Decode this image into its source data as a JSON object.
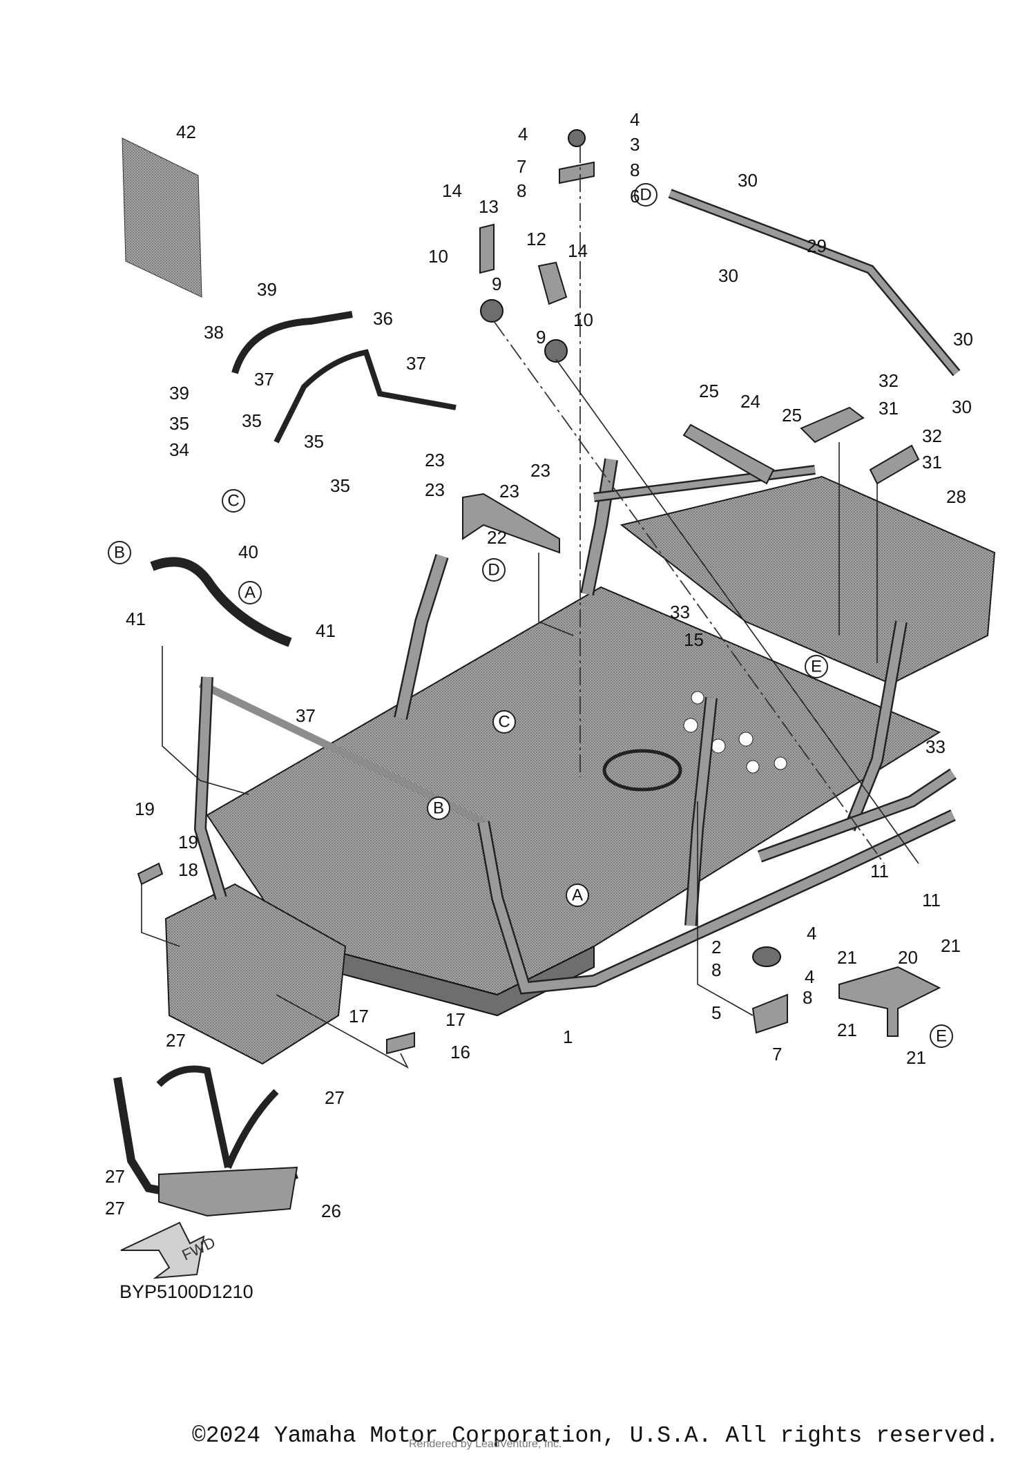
{
  "diagram": {
    "code": "BYP5100D1210",
    "copyright": "©2024 Yamaha Motor Corporation, U.S.A. All rights reserved.",
    "rendered_by": "Rendered by LeadVenture, Inc.",
    "fwd_label": "FWD",
    "callouts": [
      "1",
      "2",
      "3",
      "4",
      "5",
      "6",
      "7",
      "8",
      "9",
      "10",
      "11",
      "12",
      "13",
      "14",
      "15",
      "16",
      "17",
      "18",
      "19",
      "20",
      "21",
      "22",
      "23",
      "24",
      "25",
      "26",
      "27",
      "28",
      "29",
      "30",
      "31",
      "32",
      "33",
      "34",
      "35",
      "36",
      "37",
      "38",
      "39",
      "40",
      "41",
      "42"
    ],
    "reference_markers": [
      "A",
      "B",
      "C",
      "D",
      "E"
    ]
  }
}
